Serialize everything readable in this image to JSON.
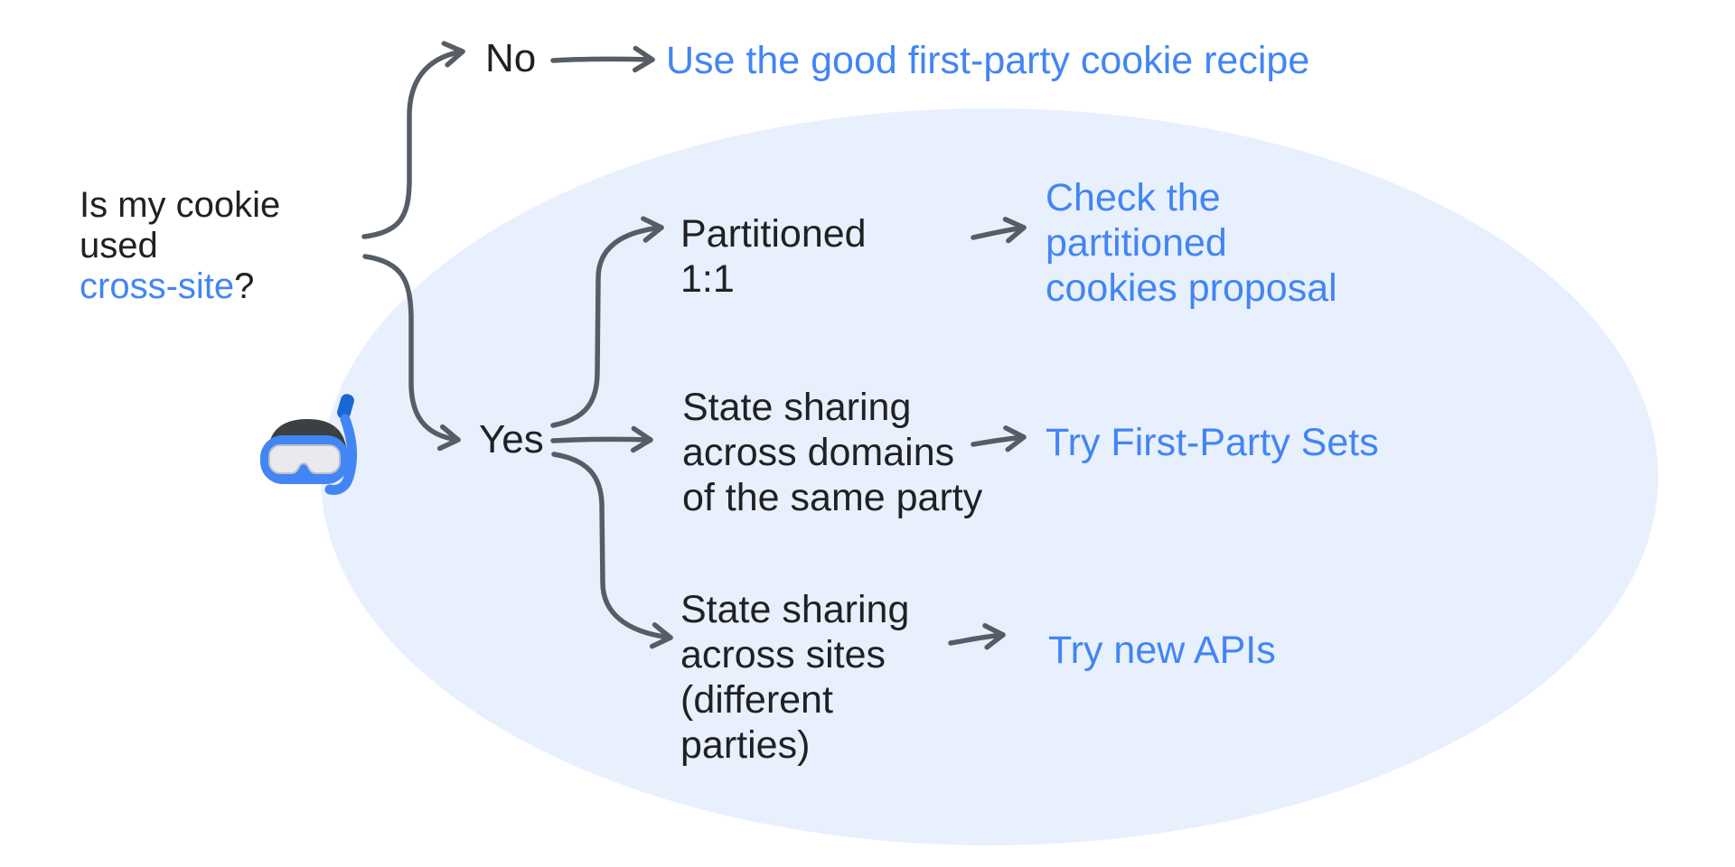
{
  "colors": {
    "text": "#202124",
    "link_blue": "#4285F4",
    "connector_gray": "#565D64",
    "zone_fill": "#E8F0FE"
  },
  "question": {
    "line1": "Is my cookie",
    "line2": "used",
    "highlight": "cross-site",
    "suffix": "?"
  },
  "no_branch": {
    "label": "No",
    "outcome": "Use the good first-party cookie recipe"
  },
  "yes_branch": {
    "label": "Yes",
    "cases": [
      {
        "condition_lines": [
          "Partitioned",
          "1:1"
        ],
        "outcome_lines": [
          "Check the",
          "partitioned",
          "cookies proposal"
        ]
      },
      {
        "condition_lines": [
          "State sharing",
          "across domains",
          "of the same party"
        ],
        "outcome_lines": [
          "Try First-Party Sets"
        ]
      },
      {
        "condition_lines": [
          "State sharing",
          "across sites",
          "(different",
          "parties)"
        ],
        "outcome_lines": [
          "Try new APIs"
        ]
      }
    ]
  },
  "icons": {
    "diving_mask": "diving-mask-emoji"
  }
}
